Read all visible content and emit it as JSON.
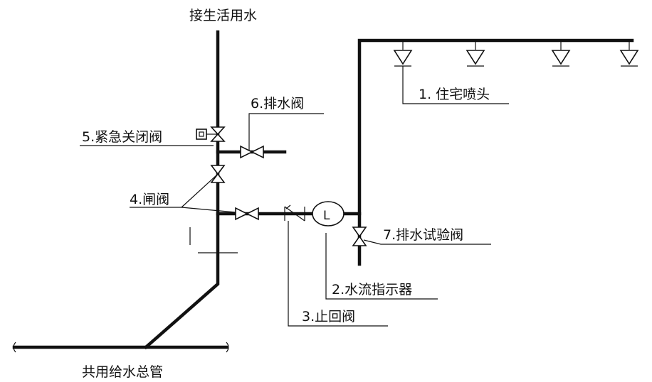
{
  "diagram": {
    "top_label": "接生活用水",
    "bottom_label": "共用给水总管",
    "callouts": [
      {
        "id": "sprinkler",
        "text": "1. 住宅喷头"
      },
      {
        "id": "flow_indicator",
        "text": "2.水流指示器"
      },
      {
        "id": "check_valve",
        "text": "3.止回阀"
      },
      {
        "id": "gate_valve",
        "text": "4.闸阀"
      },
      {
        "id": "emergency_valve",
        "text": "5.紧急关闭阀"
      },
      {
        "id": "drain_valve",
        "text": "6.排水阀"
      },
      {
        "id": "drain_test_valve",
        "text": "7.排水试验阀"
      }
    ],
    "flow_indicator_symbol": "L",
    "sprinkler_count": 4
  }
}
